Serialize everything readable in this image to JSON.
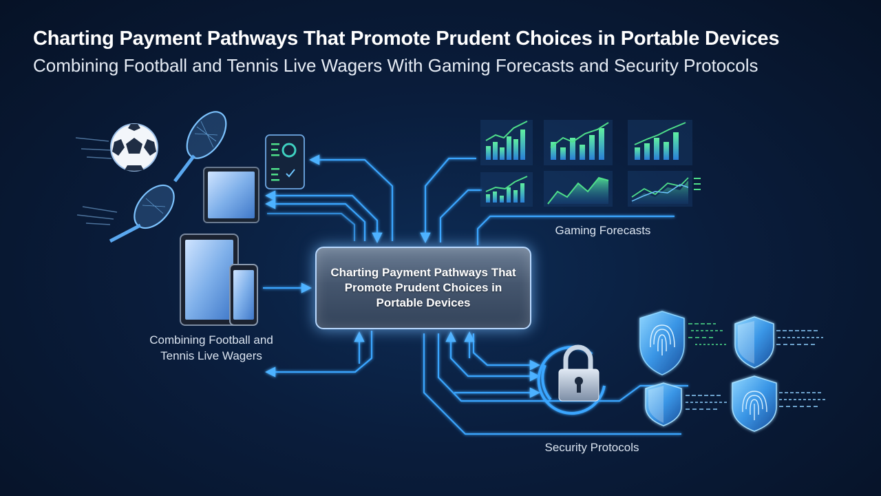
{
  "header": {
    "title": "Charting Payment Pathways That Promote Prudent Choices in Portable Devices",
    "subtitle": "Combining Football and Tennis Live Wagers With Gaming Forecasts and Security Protocols"
  },
  "hub": {
    "label": "Charting Payment Pathways That Promote Prudent Choices in Portable Devices"
  },
  "nodes": {
    "left_label": "Combining Football and Tennis Live Wagers",
    "forecast_label": "Gaming Forecasts",
    "security_label": "Security Protocols"
  },
  "icons": [
    "football-icon",
    "tennis-racket-icon",
    "tablet-icon",
    "smartphone-icon",
    "dashboard-device-icon",
    "bar-chart-icon",
    "line-chart-icon",
    "padlock-icon",
    "shield-icon",
    "fingerprint-shield-icon"
  ],
  "colors": {
    "background": "#0a1d3c",
    "connector": "#3aa6ff",
    "glow": "#8fd0ff",
    "chart_green": "#4fe08a",
    "chart_blue": "#3b8fe8"
  }
}
